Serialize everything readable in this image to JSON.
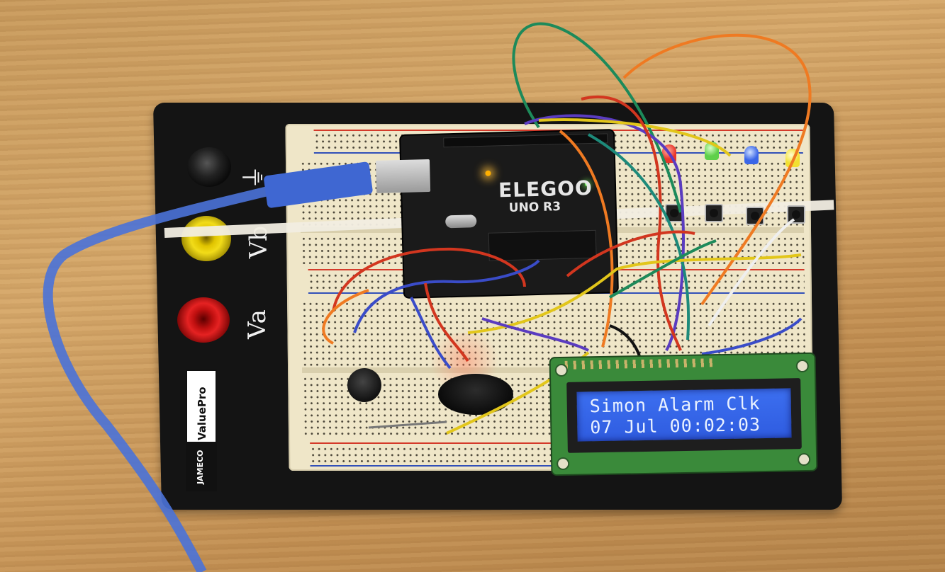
{
  "photo": {
    "base_labels": {
      "vb": "Vb",
      "va": "Va",
      "ground": "⏚"
    },
    "base_brand": {
      "maker": "JAMECO",
      "line": "ValuePro"
    },
    "board": {
      "brand": "ELEGOO",
      "model": "UNO R3"
    },
    "lcd": {
      "line1": "Simon Alarm Clk",
      "line2": "07 Jul 00:02:03"
    },
    "colors": {
      "lcd_background": "#3a6bea",
      "lcd_text": "#e9f1ff",
      "wood": "#cfa163",
      "base": "#141414",
      "breadboard": "#efe6c8"
    },
    "leds": [
      {
        "color": "red",
        "hex": "#e8352a"
      },
      {
        "color": "green",
        "hex": "#5fd04a"
      },
      {
        "color": "blue",
        "hex": "#3a66e8"
      },
      {
        "color": "yellow",
        "hex": "#f2e030"
      }
    ]
  }
}
